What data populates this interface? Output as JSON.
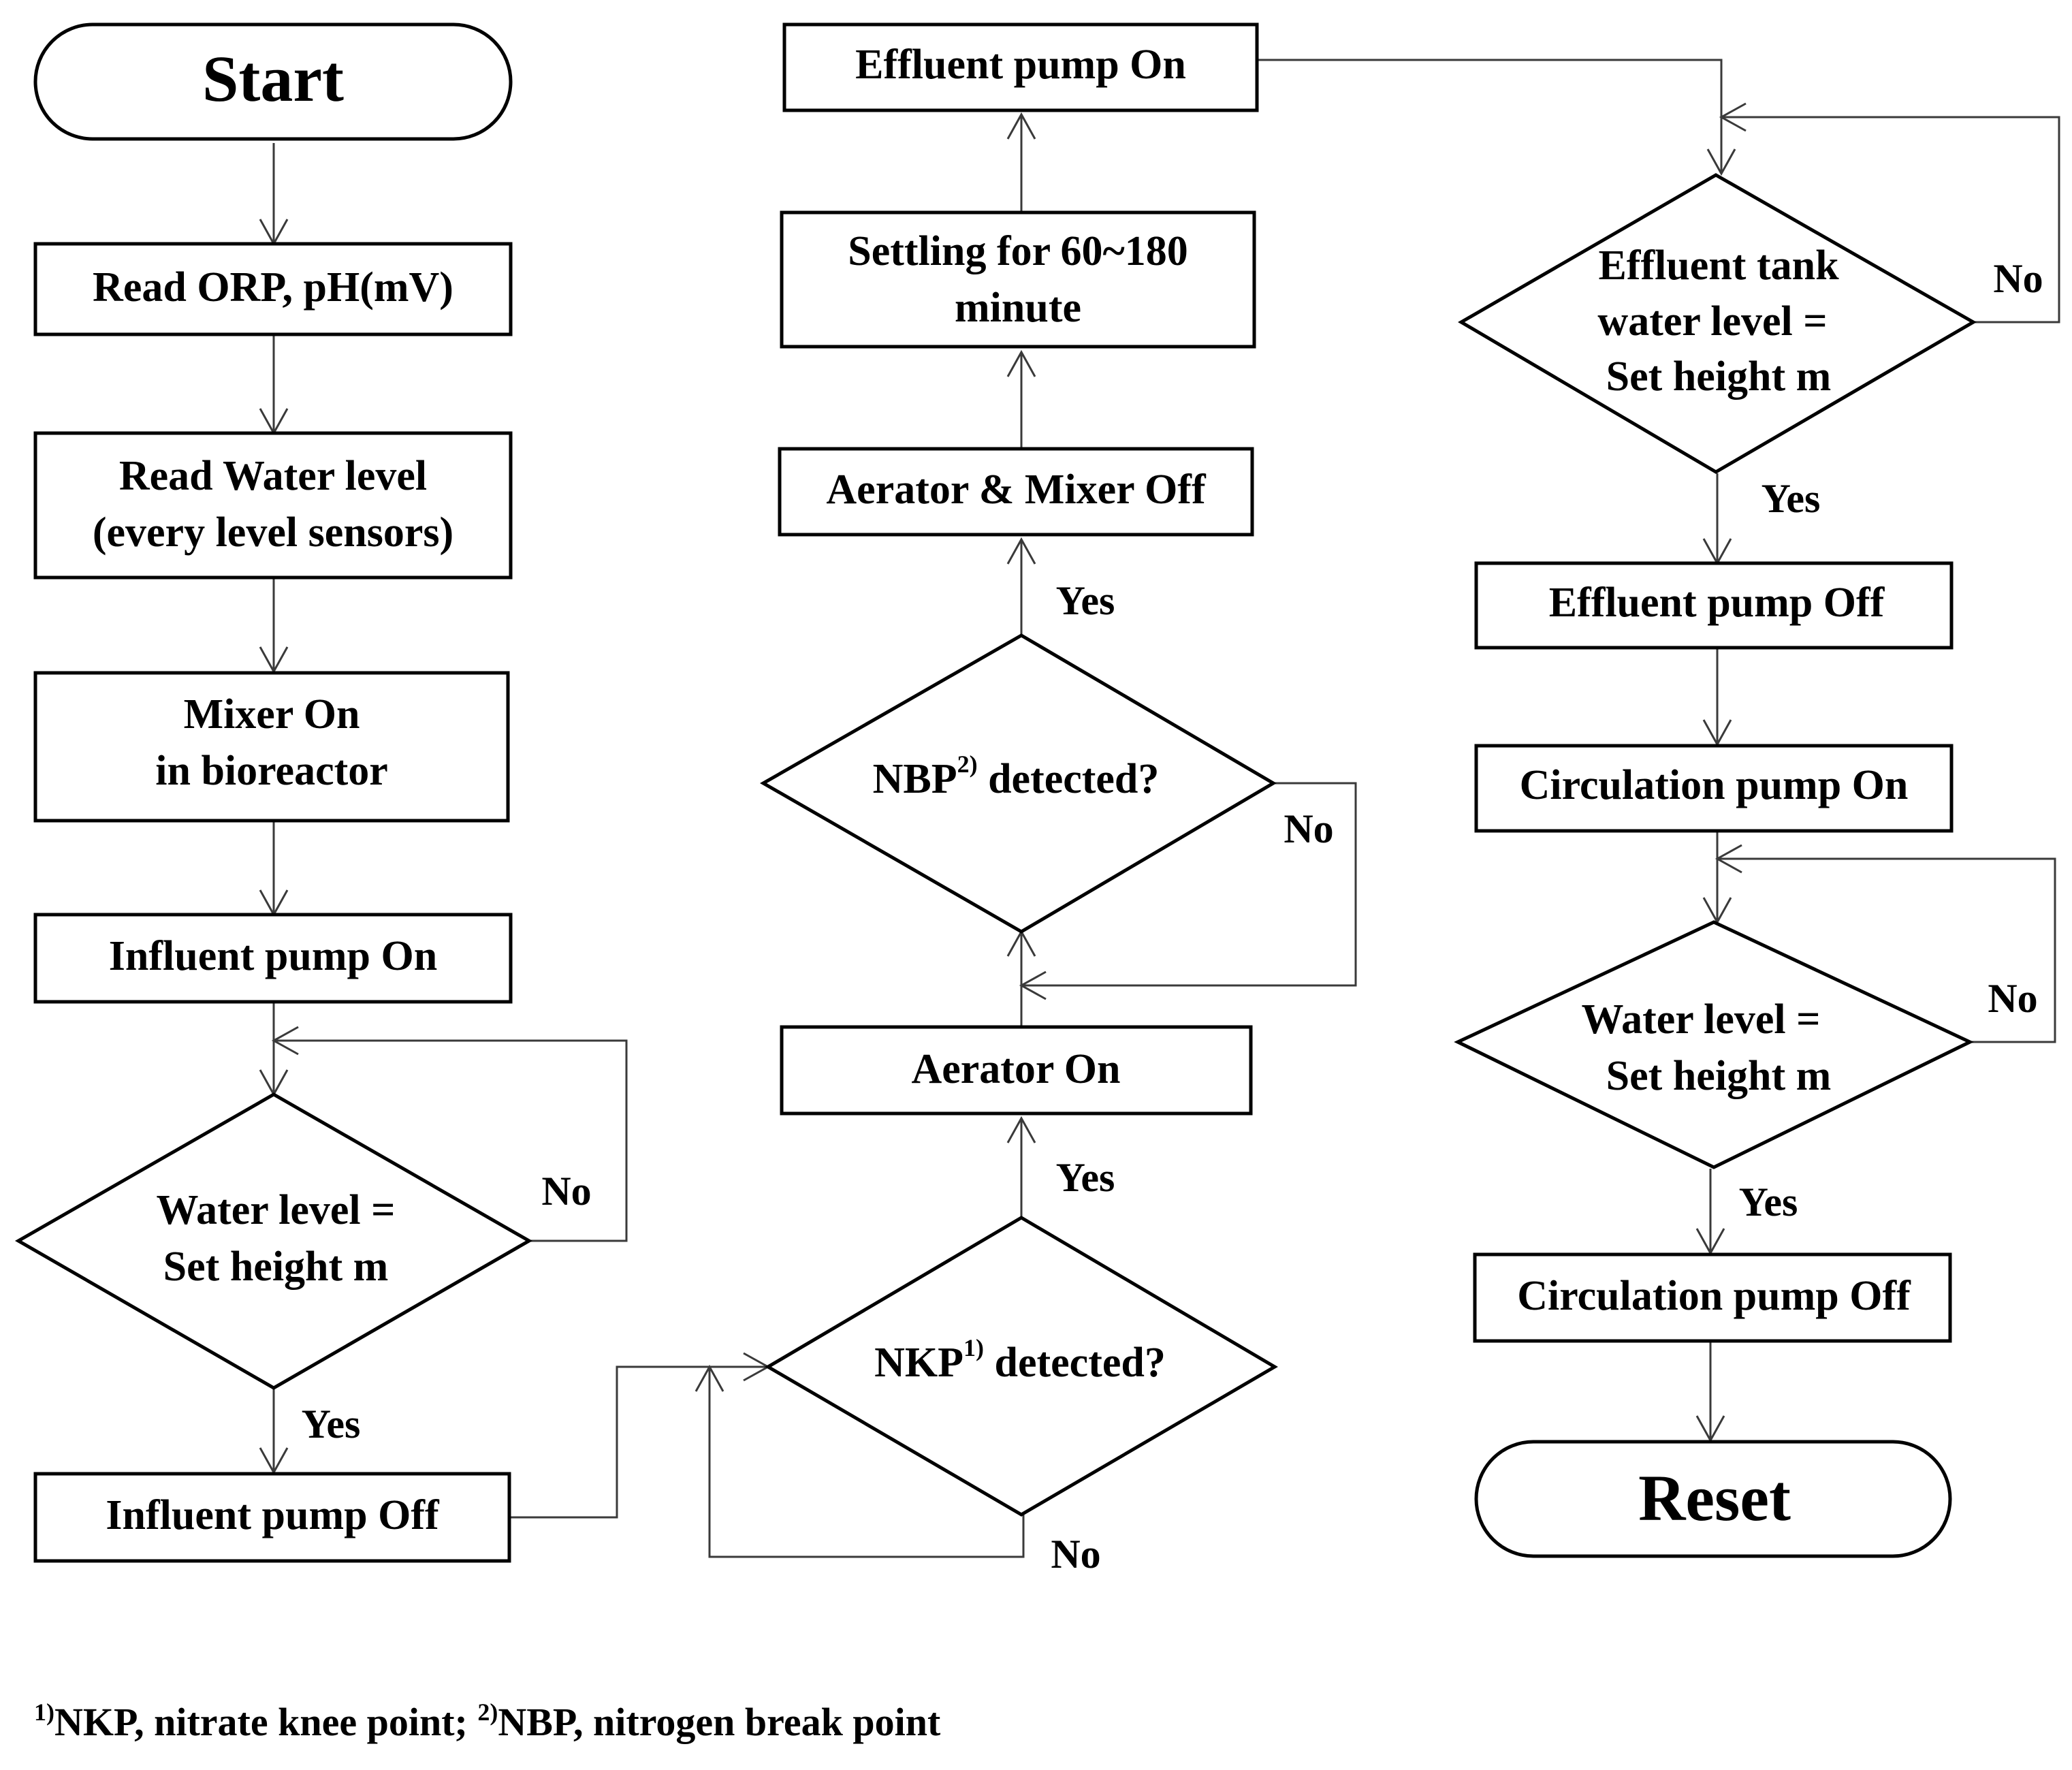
{
  "nodes": {
    "start": "Start",
    "read_orp": "Read ORP, pH(mV)",
    "read_water_1": "Read Water level",
    "read_water_2": "(every level sensors)",
    "mixer_on_1": "Mixer On",
    "mixer_on_2": "in bioreactor",
    "influent_on": "Influent pump On",
    "water_level_1_a": "Water level =",
    "water_level_1_b": "Set height m",
    "influent_off": "Influent pump Off",
    "nkp_prefix": "NKP",
    "nkp_sup": "1)",
    "nkp_suffix": " detected?",
    "aerator_on": "Aerator On",
    "nbp_prefix": "NBP",
    "nbp_sup": "2)",
    "nbp_suffix": " detected?",
    "aerator_mixer_off": "Aerator & Mixer Off",
    "settling_1": "Settling for 60~180",
    "settling_2": "minute",
    "effluent_on": "Effluent pump On",
    "effluent_tank_1": "Effluent tank",
    "effluent_tank_2": "water level =",
    "effluent_tank_3": "Set height m",
    "effluent_off": "Effluent pump Off",
    "circulation_on": "Circulation pump On",
    "water_level_2_a": "Water level =",
    "water_level_2_b": "Set height m",
    "circulation_off": "Circulation pump Off",
    "reset": "Reset"
  },
  "edge_labels": {
    "yes": "Yes",
    "no": "No"
  },
  "footnote": {
    "sup1": "1)",
    "text1": "NKP, nitrate knee point; ",
    "sup2": "2)",
    "text2": "NBP, nitrogen break point"
  }
}
